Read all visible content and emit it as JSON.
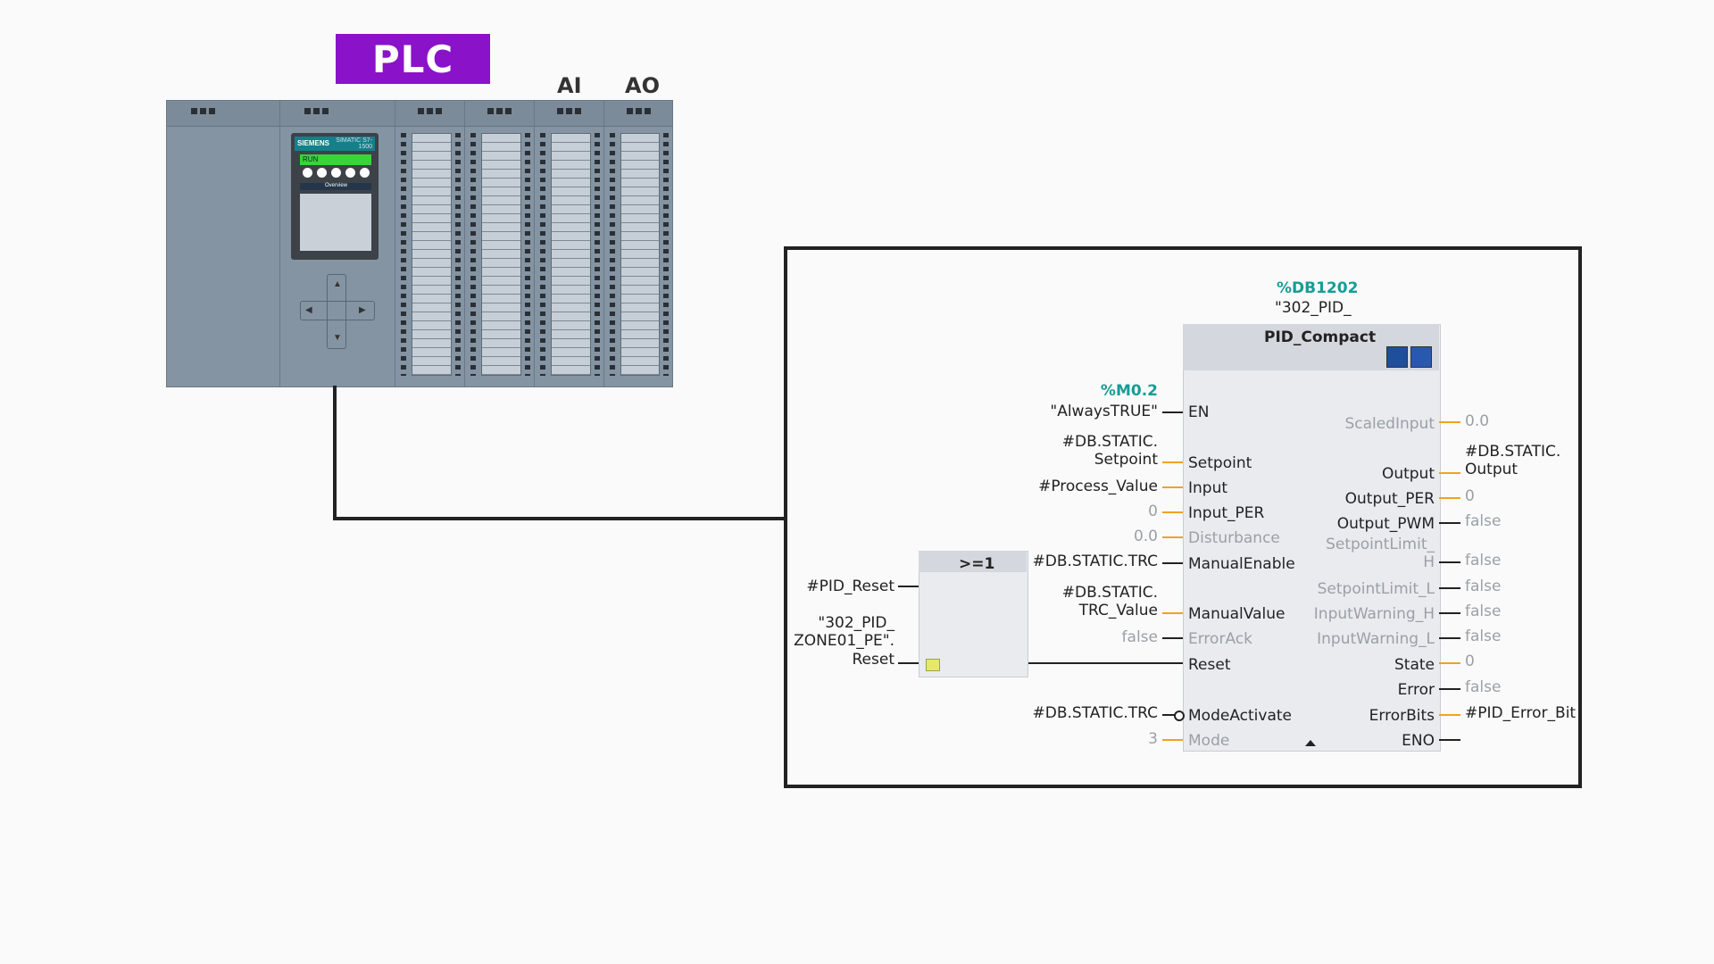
{
  "plc": {
    "label": "PLC",
    "ai_label": "AI",
    "ao_label": "AO",
    "cpu_brand": "SIEMENS",
    "cpu_model": "SIMATIC S7-1500",
    "cpu_status": "RUN",
    "cpu_menu": "Overview"
  },
  "colors": {
    "plc_label": "#8a12c9",
    "accent_teal": "#139e96",
    "wire_orange": "#f0a224"
  },
  "pid": {
    "db_address": "%DB1202",
    "db_name": "\"302_PID_",
    "title": "PID_Compact",
    "inputs": {
      "en": "EN",
      "setpoint": "Setpoint",
      "input": "Input",
      "input_per": "Input_PER",
      "disturbance": "Disturbance",
      "manual_enable": "ManualEnable",
      "manual_value": "ManualValue",
      "error_ack": "ErrorAck",
      "reset": "Reset",
      "mode_activate": "ModeActivate",
      "mode": "Mode"
    },
    "outputs": {
      "scaled_input": "ScaledInput",
      "output": "Output",
      "output_per": "Output_PER",
      "output_pwm": "Output_PWM",
      "setpoint_limit_h_1": "SetpointLimit_",
      "setpoint_limit_h_2": "H",
      "setpoint_limit_l": "SetpointLimit_L",
      "input_warning_h": "InputWarning_H",
      "input_warning_l": "InputWarning_L",
      "state": "State",
      "error": "Error",
      "error_bits": "ErrorBits",
      "eno": "ENO"
    }
  },
  "operands_in": {
    "en_addr": "%M0.2",
    "en_name": "\"AlwaysTRUE\"",
    "setpoint_1": "#DB.STATIC.",
    "setpoint_2": "Setpoint",
    "input": "#Process_Value",
    "input_per": "0",
    "disturbance": "0.0",
    "manual_enable": "#DB.STATIC.TRC",
    "manual_value_1": "#DB.STATIC.",
    "manual_value_2": "TRC_Value",
    "error_ack": "false",
    "mode_activate": "#DB.STATIC.TRC",
    "mode": "3"
  },
  "operands_out": {
    "scaled_input": "0.0",
    "output_1": "#DB.STATIC.",
    "output_2": "Output",
    "output_per": "0",
    "output_pwm": "false",
    "setpoint_limit_h": "false",
    "setpoint_limit_l": "false",
    "input_warning_h": "false",
    "input_warning_l": "false",
    "state": "0",
    "error": "false",
    "error_bits": "#PID_Error_Bit"
  },
  "or_gate": {
    "title": ">=1",
    "in1": "#PID_Reset",
    "in2_1": "\"302_PID_",
    "in2_2": "ZONE01_PE\".",
    "in2_3": "Reset"
  }
}
